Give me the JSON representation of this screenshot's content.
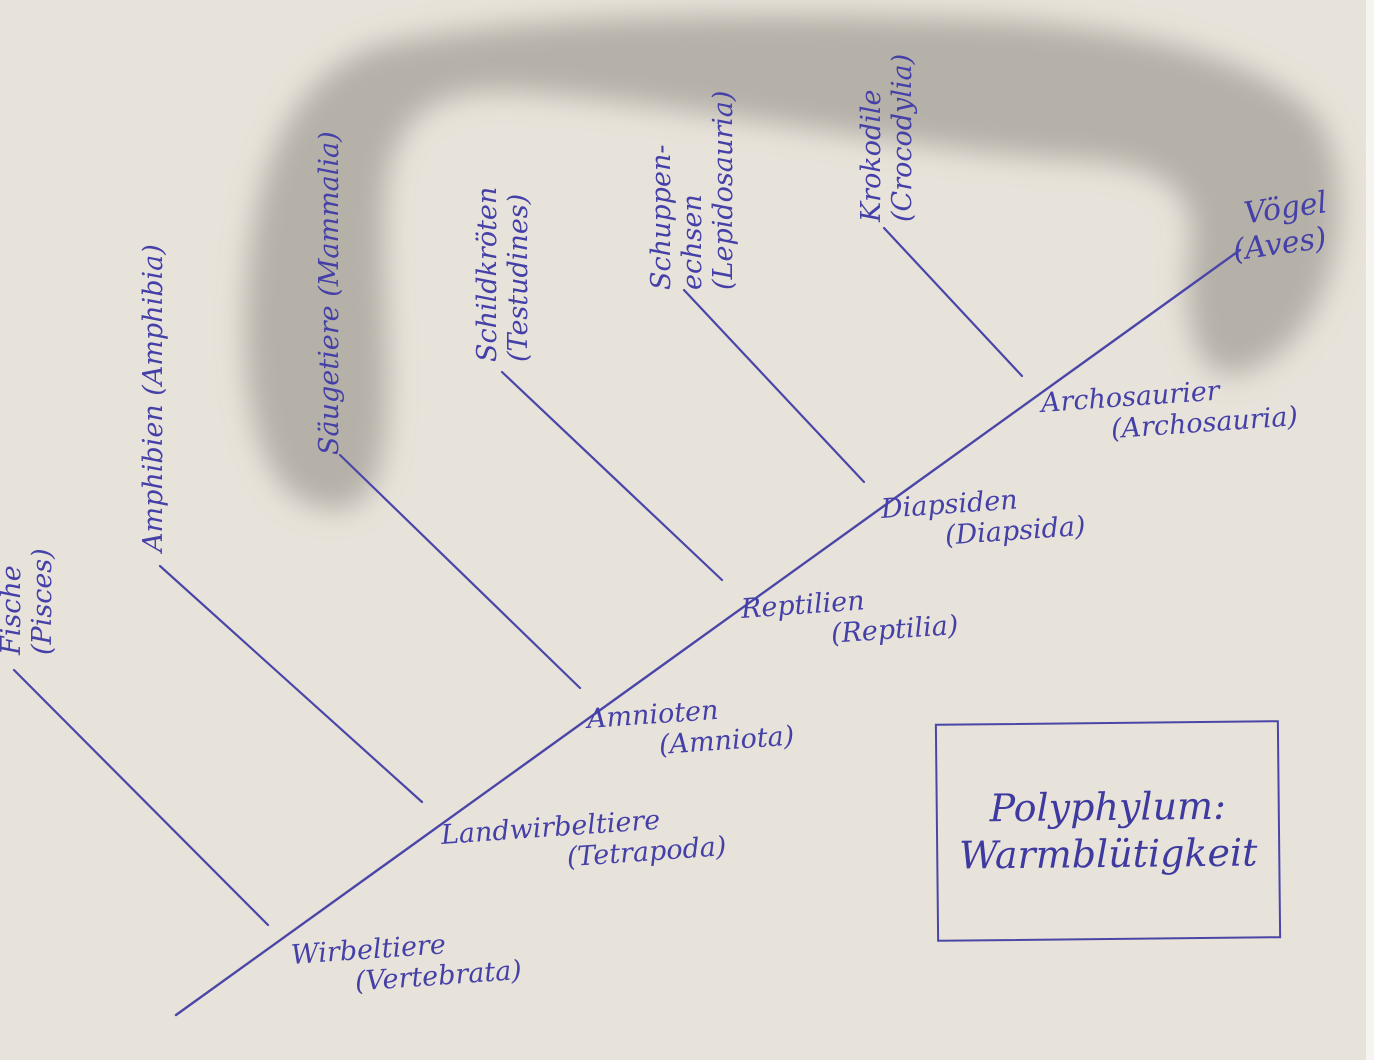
{
  "colors": {
    "paper": "#e8e3da",
    "ink": "#4a46a8",
    "pencil": "#8c8880"
  },
  "taxa": {
    "fische": {
      "name": "Fische",
      "latin": "(Pisces)"
    },
    "amphibien": {
      "name": "Amphibien",
      "latin": "(Amphibia)"
    },
    "saeugetiere": {
      "name": "Säugetiere",
      "latin": "(Mammalia)"
    },
    "schildkroeten": {
      "name": "Schildkröten",
      "latin": "(Testudines)"
    },
    "schuppenechsen": {
      "name_1": "Schuppen-",
      "name_2": "echsen",
      "latin": "(Lepidosauria)"
    },
    "krokodile": {
      "name": "Krokodile",
      "latin": "(Crocodylia)"
    },
    "voegel": {
      "name": "Vögel",
      "latin": "(Aves)"
    }
  },
  "nodes": {
    "wirbeltiere": {
      "name": "Wirbeltiere",
      "latin": "(Vertebrata)"
    },
    "landwirbeltiere": {
      "name": "Landwirbeltiere",
      "latin": "(Tetrapoda)"
    },
    "amnioten": {
      "name": "Amnioten",
      "latin": "(Amniota)"
    },
    "reptilien": {
      "name": "Reptilien",
      "latin": "(Reptilia)"
    },
    "diapsiden": {
      "name": "Diapsiden",
      "latin": "(Diapsida)"
    },
    "archosaurier": {
      "name": "Archosaurier",
      "latin": "(Archosauria)"
    }
  },
  "note": {
    "line_1": "Polyphylum:",
    "line_2": "Warmblütigkeit"
  }
}
